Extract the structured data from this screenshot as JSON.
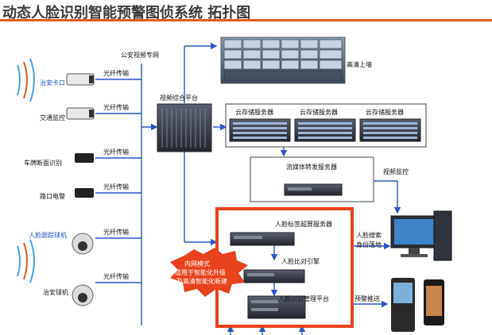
{
  "title": "动态人脸识别智能预警图侦系统  拓扑图",
  "colors": {
    "accent": "#e05a1f",
    "red_box": "#e8431c",
    "blue_text": "#2450c8",
    "line": "#2a56c6"
  },
  "labels": {
    "police_net": "公安视频专网",
    "video_platform": "视频综合平台",
    "hd_wall": "高清上墙",
    "cloud_storage": "云存储服务器",
    "media_forward": "流媒体转发服务器",
    "video_monitor": "视频监控",
    "face_tag_server": "人脸标签超算服务器",
    "face_compare": "人脸比对引擎",
    "face_mgmt": "人脸识别管理平台",
    "face_search": "人脸搜索",
    "identity": "身份落地",
    "alert_push": "预警推送",
    "fiber": "光纤传输",
    "checkpoint": "治安卡口",
    "traffic": "交通监控",
    "plate": "车牌断面识别",
    "intersection": "路口电警",
    "face_dome": "人脸跟踪球机",
    "security_dome": "治安球机",
    "callout_line1": "内网模式",
    "callout_line2": "适用于智能化升级",
    "callout_line3": "及高清智能化新建"
  }
}
